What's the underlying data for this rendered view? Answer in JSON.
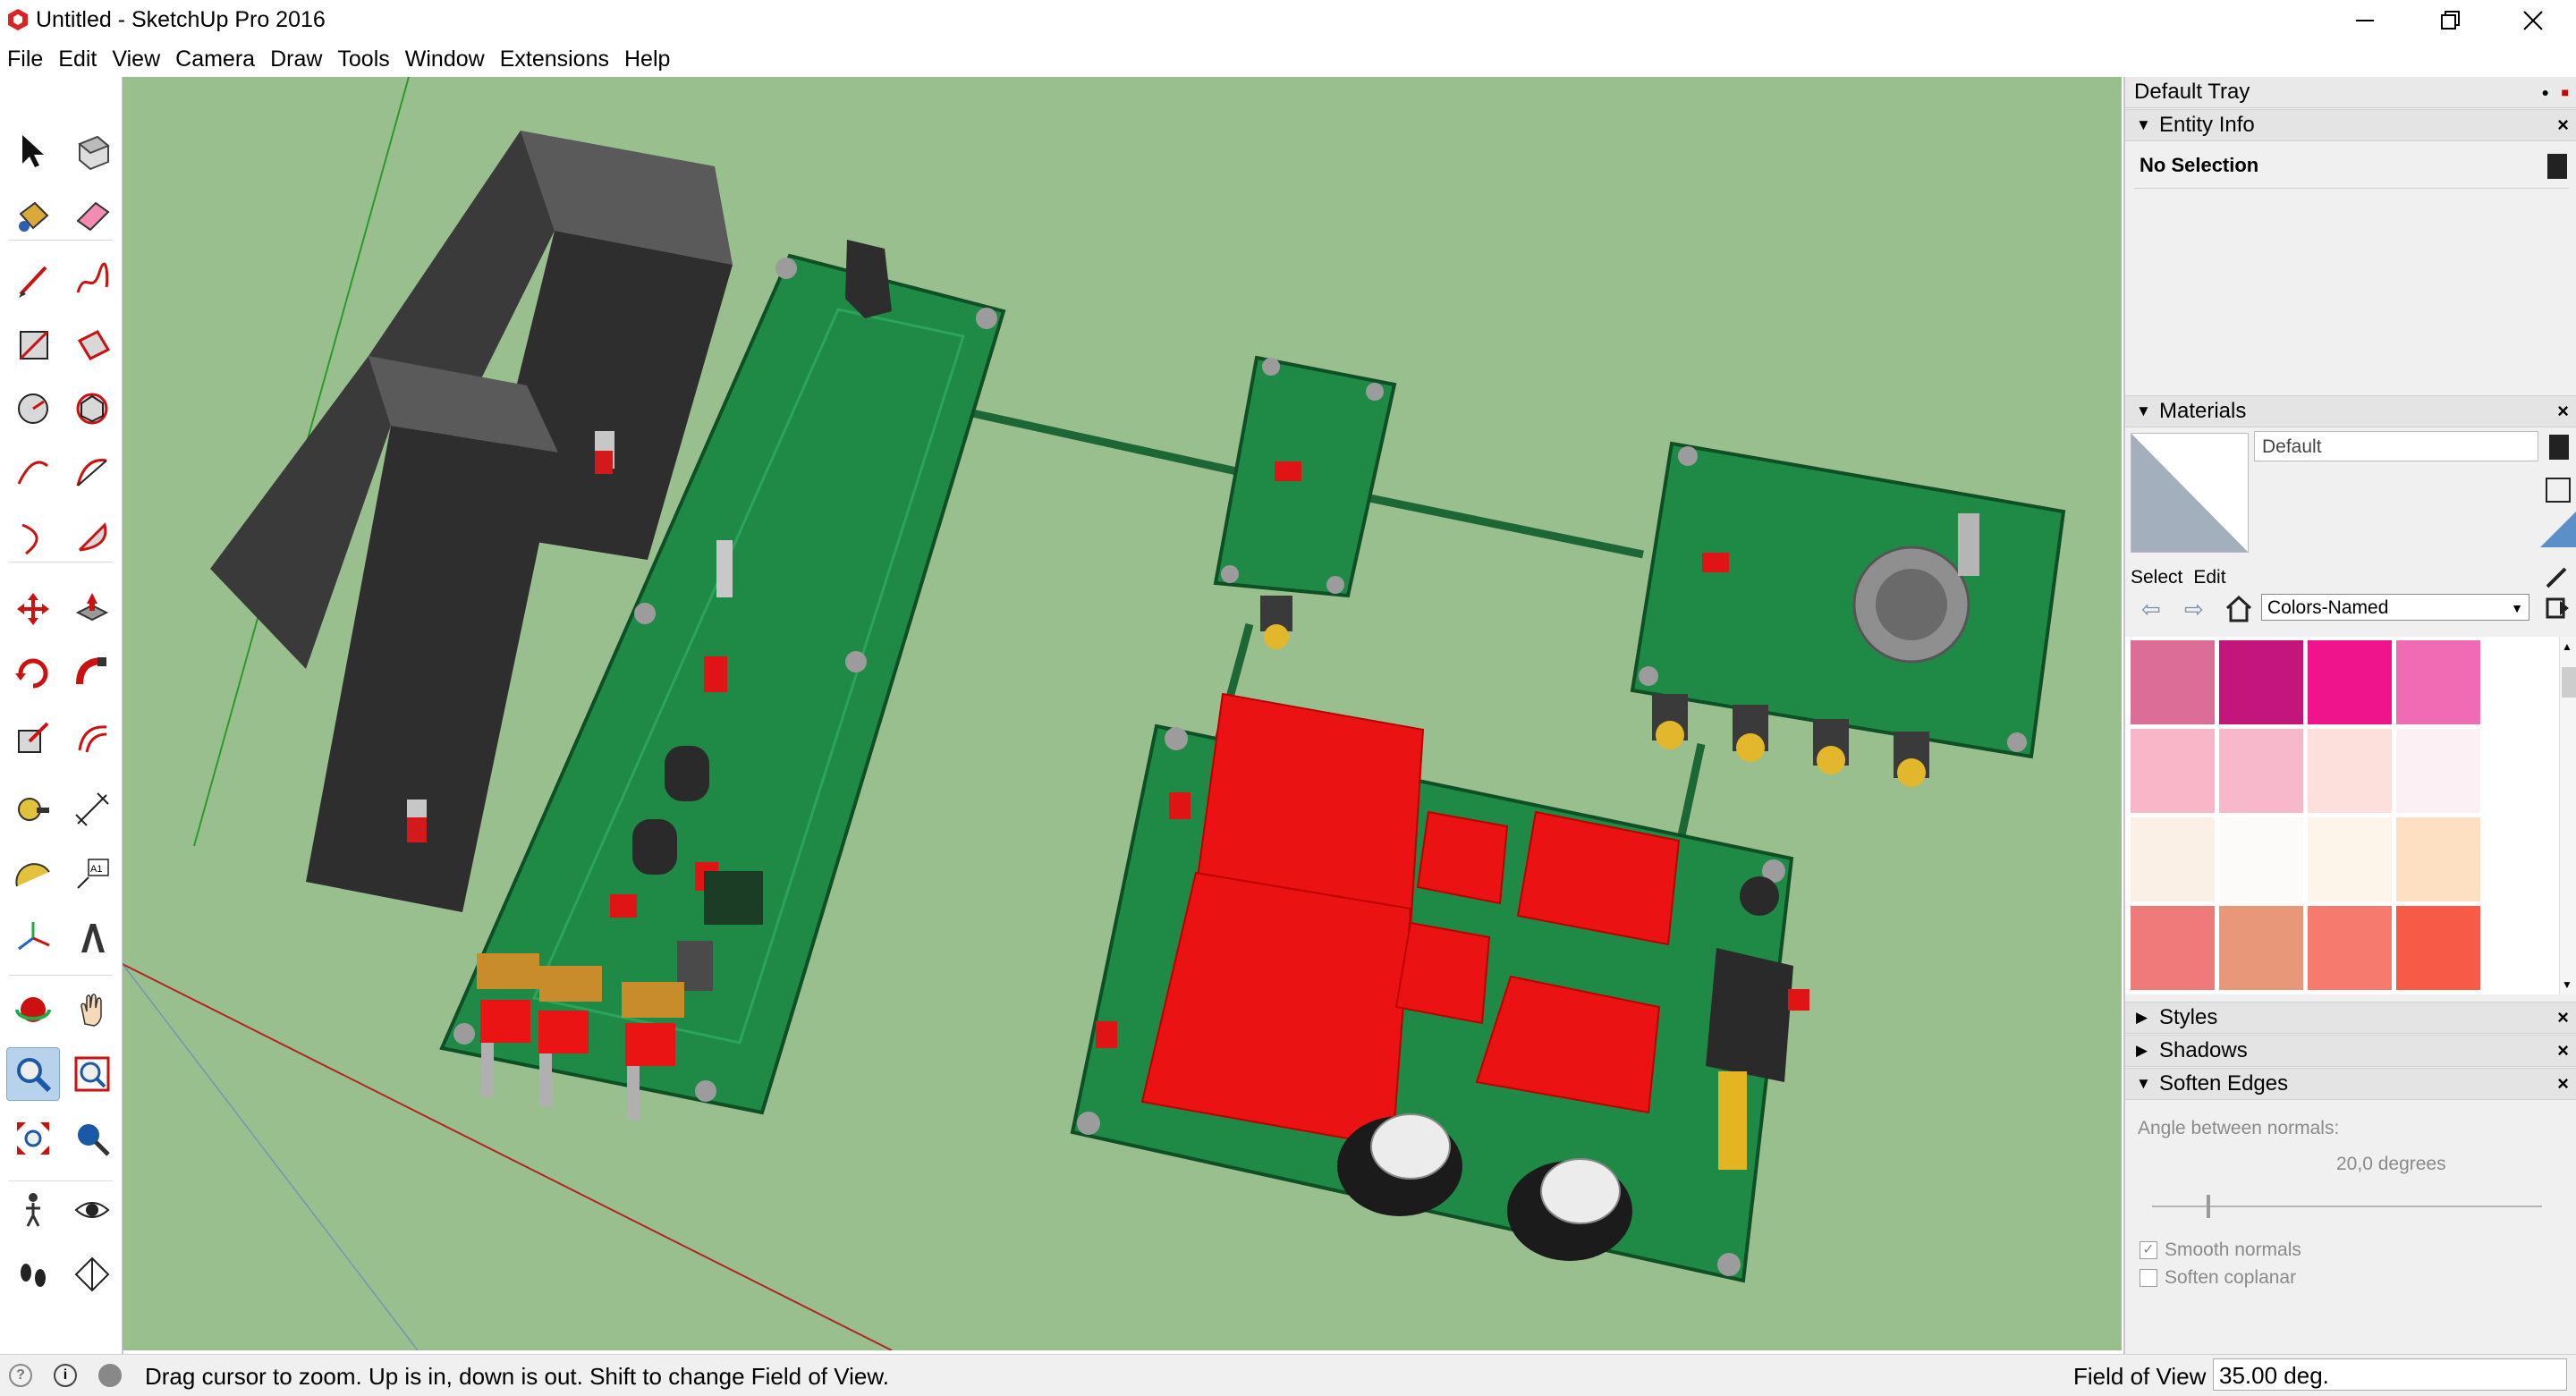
{
  "window": {
    "title": "Untitled - SketchUp Pro 2016",
    "controls": [
      "minimize",
      "restore",
      "close"
    ]
  },
  "menu": [
    "File",
    "Edit",
    "View",
    "Camera",
    "Draw",
    "Tools",
    "Window",
    "Extensions",
    "Help"
  ],
  "toolbar": {
    "tools": [
      [
        "select-icon",
        "make-component-icon"
      ],
      [
        "paint-bucket-icon",
        "eraser-icon"
      ],
      [
        "line-icon",
        "freehand-icon"
      ],
      [
        "rectangle-icon",
        "rotated-rectangle-icon"
      ],
      [
        "circle-icon",
        "polygon-icon"
      ],
      [
        "arc-icon",
        "two-point-arc-icon"
      ],
      [
        "three-point-arc-icon",
        "pie-icon"
      ],
      [
        "move-icon",
        "push-pull-icon"
      ],
      [
        "rotate-icon",
        "follow-me-icon"
      ],
      [
        "scale-icon",
        "offset-icon"
      ],
      [
        "tape-measure-icon",
        "dimension-icon"
      ],
      [
        "protractor-icon",
        "text-icon"
      ],
      [
        "axes-icon",
        "3d-text-icon"
      ],
      [
        "orbit-icon",
        "pan-icon"
      ],
      [
        "zoom-icon",
        "zoom-window-icon"
      ],
      [
        "zoom-extents-icon",
        "position-camera-icon"
      ],
      [
        "walk-icon",
        "look-around-icon"
      ],
      [
        "footprints-icon",
        "section-plane-icon"
      ]
    ],
    "text_tool_label": "A1",
    "active_tool": "zoom-icon"
  },
  "tray": {
    "title": "Default Tray",
    "entity_info": {
      "title": "Entity Info",
      "selection": "No Selection"
    },
    "materials": {
      "title": "Materials",
      "current_name": "Default",
      "tabs": [
        "Select",
        "Edit"
      ],
      "library": "Colors-Named",
      "preview_color": "#a3afbc",
      "swatches": [
        "#dc6d96",
        "#c4157d",
        "#f0148c",
        "#f06ab4",
        "#f9b6c8",
        "#f8b8cc",
        "#fde0dc",
        "#fdf0f4",
        "#fbf0e6",
        "#fdfbfa",
        "#fdf4ea",
        "#fde0c2",
        "#ef7a7a",
        "#e99779",
        "#f67a6e",
        "#f75a46"
      ]
    },
    "styles": {
      "title": "Styles"
    },
    "shadows": {
      "title": "Shadows"
    },
    "soften_edges": {
      "title": "Soften Edges",
      "angle_label": "Angle between normals:",
      "angle_value": "20,0  degrees",
      "slider_level": 0.14,
      "smooth_normals_label": "Smooth normals",
      "smooth_normals_checked": true,
      "soften_coplanar_label": "Soften coplanar",
      "soften_coplanar_checked": false
    }
  },
  "statusbar": {
    "message": "Drag cursor to zoom.  Up is in, down is out. Shift to change Field of View.",
    "measurement_label": "Field of View",
    "measurement_value": "35.00 deg."
  },
  "colors": {
    "viewport_bg": "#9abf8f",
    "pcb": "#1f8a45",
    "pcb_dark": "#17683a",
    "battery": "#3d3d3d",
    "component_red": "#ee1212"
  }
}
